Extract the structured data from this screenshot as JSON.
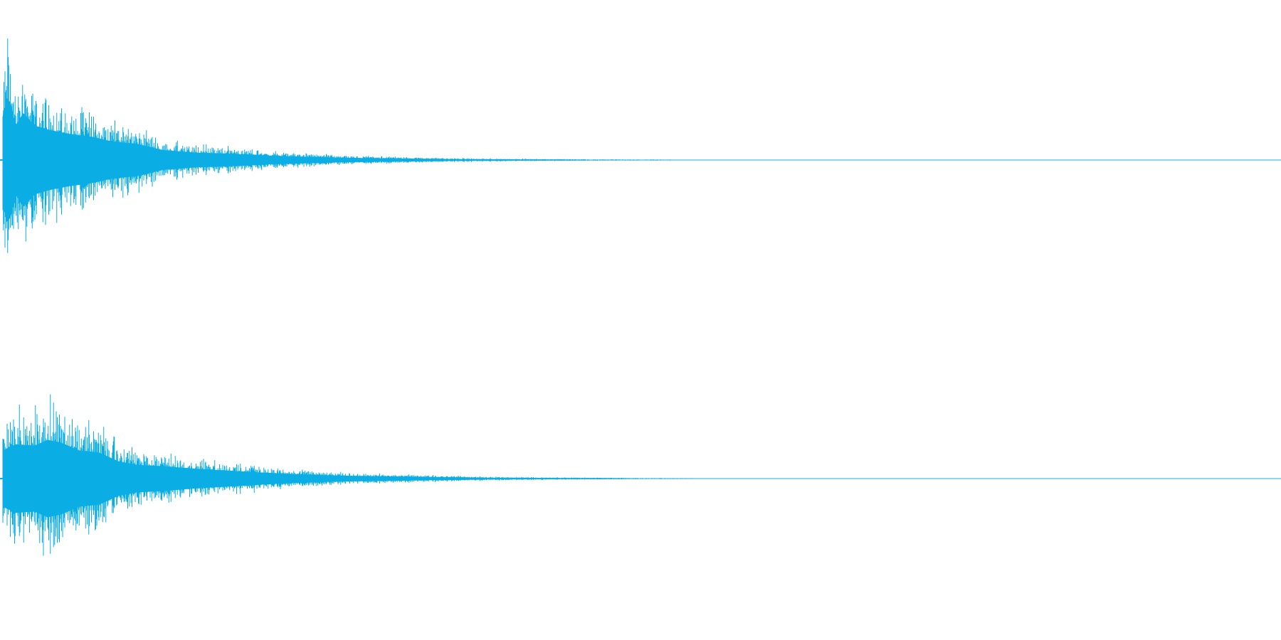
{
  "colors": {
    "waveform": "#0aaee5",
    "background": "#ffffff"
  },
  "chart_data": {
    "type": "area",
    "description_visible_text": "",
    "channels": [
      {
        "peak_amplitude": 0.99,
        "attack_peaks": [
          {
            "t": 0.0,
            "amp": 0.7
          },
          {
            "t": 0.003,
            "amp": 0.99
          },
          {
            "t": 0.006,
            "amp": 0.92
          },
          {
            "t": 0.01,
            "amp": 0.55
          },
          {
            "t": 0.016,
            "amp": 0.75
          },
          {
            "t": 0.025,
            "amp": 0.55
          },
          {
            "t": 0.037,
            "amp": 0.48
          },
          {
            "t": 0.052,
            "amp": 0.42
          },
          {
            "t": 0.07,
            "amp": 0.37
          },
          {
            "t": 0.085,
            "amp": 0.3
          },
          {
            "t": 0.105,
            "amp": 0.26
          },
          {
            "t": 0.125,
            "amp": 0.16
          },
          {
            "t": 0.15,
            "amp": 0.12
          },
          {
            "t": 0.18,
            "amp": 0.1
          },
          {
            "t": 0.21,
            "amp": 0.07
          },
          {
            "t": 0.24,
            "amp": 0.05
          },
          {
            "t": 0.27,
            "amp": 0.035
          },
          {
            "t": 0.31,
            "amp": 0.025
          },
          {
            "t": 0.35,
            "amp": 0.015
          },
          {
            "t": 0.4,
            "amp": 0.01
          },
          {
            "t": 0.46,
            "amp": 0.006
          },
          {
            "t": 0.52,
            "amp": 0.004
          },
          {
            "t": 0.545,
            "amp": 0.0
          },
          {
            "t": 1.0,
            "amp": 0.0
          }
        ]
      },
      {
        "peak_amplitude": 0.62,
        "attack_peaks": [
          {
            "t": 0.0,
            "amp": 0.45
          },
          {
            "t": 0.01,
            "amp": 0.55
          },
          {
            "t": 0.025,
            "amp": 0.53
          },
          {
            "t": 0.035,
            "amp": 0.62
          },
          {
            "t": 0.045,
            "amp": 0.58
          },
          {
            "t": 0.06,
            "amp": 0.45
          },
          {
            "t": 0.075,
            "amp": 0.42
          },
          {
            "t": 0.09,
            "amp": 0.28
          },
          {
            "t": 0.105,
            "amp": 0.22
          },
          {
            "t": 0.125,
            "amp": 0.2
          },
          {
            "t": 0.15,
            "amp": 0.16
          },
          {
            "t": 0.175,
            "amp": 0.13
          },
          {
            "t": 0.2,
            "amp": 0.1
          },
          {
            "t": 0.23,
            "amp": 0.07
          },
          {
            "t": 0.26,
            "amp": 0.05
          },
          {
            "t": 0.3,
            "amp": 0.035
          },
          {
            "t": 0.34,
            "amp": 0.025
          },
          {
            "t": 0.38,
            "amp": 0.015
          },
          {
            "t": 0.43,
            "amp": 0.01
          },
          {
            "t": 0.49,
            "amp": 0.006
          },
          {
            "t": 0.545,
            "amp": 0.003
          },
          {
            "t": 0.56,
            "amp": 0.0
          },
          {
            "t": 1.0,
            "amp": 0.0
          }
        ]
      }
    ],
    "title": "",
    "xlabel": "",
    "ylabel": "",
    "ylim": [
      -1,
      1
    ],
    "grid": false
  }
}
